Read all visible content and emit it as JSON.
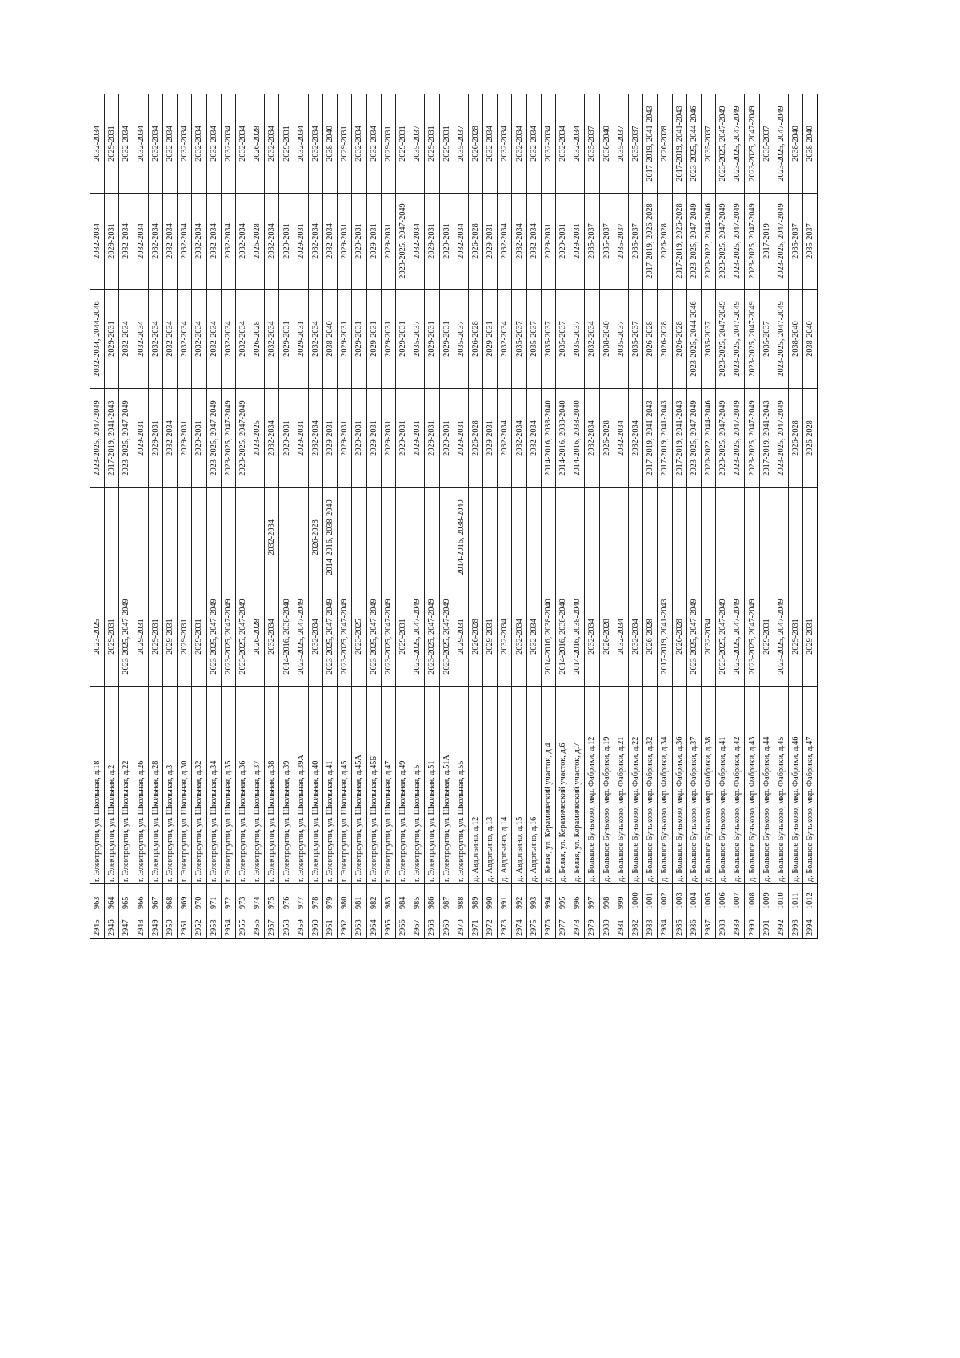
{
  "table": {
    "rows": [
      [
        "2945",
        "963",
        "г. Электроугли, ул. Школьная, д.18",
        "2023-2025",
        "",
        "2023-2025, 2047-2049",
        "2032-2034, 2044-2046",
        "2032-2034",
        "2032-2034"
      ],
      [
        "2946",
        "964",
        "г. Электроугли, ул. Школьная, д.2",
        "2029-2031",
        "",
        "2017-2019, 2041-2043",
        "2029-2031",
        "2029-2031",
        "2029-2031"
      ],
      [
        "2947",
        "965",
        "г. Электроугли, ул. Школьная, д.22",
        "2023-2025, 2047-2049",
        "",
        "2023-2025, 2047-2049",
        "2032-2034",
        "2032-2034",
        "2032-2034"
      ],
      [
        "2948",
        "966",
        "г. Электроугли, ул. Школьная, д.26",
        "2029-2031",
        "",
        "2029-2031",
        "2032-2034",
        "2032-2034",
        "2032-2034"
      ],
      [
        "2949",
        "967",
        "г. Электроугли, ул. Школьная, д.28",
        "2029-2031",
        "",
        "2029-2031",
        "2032-2034",
        "2032-2034",
        "2032-2034"
      ],
      [
        "2950",
        "968",
        "г. Электроугли, ул. Школьная, д.3",
        "2029-2031",
        "",
        "2032-2034",
        "2032-2034",
        "2032-2034",
        "2032-2034"
      ],
      [
        "2951",
        "969",
        "г. Электроугли, ул. Школьная, д.30",
        "2029-2031",
        "",
        "2029-2031",
        "2032-2034",
        "2032-2034",
        "2032-2034"
      ],
      [
        "2952",
        "970",
        "г. Электроугли, ул. Школьная, д.32",
        "2029-2031",
        "",
        "2029-2031",
        "2032-2034",
        "2032-2034",
        "2032-2034"
      ],
      [
        "2953",
        "971",
        "г. Электроугли, ул. Школьная, д.34",
        "2023-2025, 2047-2049",
        "",
        "2023-2025, 2047-2049",
        "2032-2034",
        "2032-2034",
        "2032-2034"
      ],
      [
        "2954",
        "972",
        "г. Электроугли, ул. Школьная, д.35",
        "2023-2025, 2047-2049",
        "",
        "2023-2025, 2047-2049",
        "2032-2034",
        "2032-2034",
        "2032-2034"
      ],
      [
        "2955",
        "973",
        "г. Электроугли, ул. Школьная, д.36",
        "2023-2025, 2047-2049",
        "",
        "2023-2025, 2047-2049",
        "2032-2034",
        "2032-2034",
        "2032-2034"
      ],
      [
        "2956",
        "974",
        "г. Электроугли, ул. Школьная, д.37",
        "2026-2028",
        "",
        "2023-2025",
        "2026-2028",
        "2026-2028",
        "2026-2028"
      ],
      [
        "2957",
        "975",
        "г. Электроугли, ул. Школьная, д.38",
        "2032-2034",
        "2032-2034",
        "2032-2034",
        "2032-2034",
        "2032-2034",
        "2032-2034"
      ],
      [
        "2958",
        "976",
        "г. Электроугли, ул. Школьная, д.39",
        "2014-2016, 2038-2040",
        "",
        "2029-2031",
        "2029-2031",
        "2029-2031",
        "2029-2031"
      ],
      [
        "2959",
        "977",
        "г. Электроугли, ул. Школьная, д.39А",
        "2023-2025, 2047-2049",
        "",
        "2029-2031",
        "2029-2031",
        "2029-2031",
        "2032-2034"
      ],
      [
        "2960",
        "978",
        "г. Электроугли, ул. Школьная, д.40",
        "2032-2034",
        "2026-2028",
        "2032-2034",
        "2032-2034",
        "2032-2034",
        "2032-2034"
      ],
      [
        "2961",
        "979",
        "г. Электроугли, ул. Школьная, д.41",
        "2023-2025, 2047-2049",
        "2014-2016, 2038-2040",
        "2029-2031",
        "2038-2040",
        "2032-2034",
        "2038-2040"
      ],
      [
        "2962",
        "980",
        "г. Электроугли, ул. Школьная, д.45",
        "2023-2025, 2047-2049",
        "",
        "2029-2031",
        "2029-2031",
        "2029-2031",
        "2029-2031"
      ],
      [
        "2963",
        "981",
        "г. Электроугли, ул. Школьная, д.45А",
        "2023-2025",
        "",
        "2029-2031",
        "2029-2031",
        "2029-2031",
        "2032-2034"
      ],
      [
        "2964",
        "982",
        "г. Электроугли, ул. Школьная, д.45Б",
        "2023-2025, 2047-2049",
        "",
        "2029-2031",
        "2029-2031",
        "2029-2031",
        "2032-2034"
      ],
      [
        "2965",
        "983",
        "г. Электроугли, ул. Школьная, д.47",
        "2023-2025, 2047-2049",
        "",
        "2029-2031",
        "2029-2031",
        "2029-2031",
        "2029-2031"
      ],
      [
        "2966",
        "984",
        "г. Электроугли, ул. Школьная, д.49",
        "2029-2031",
        "",
        "2029-2031",
        "2029-2031",
        "2023-2025, 2047-2049",
        "2029-2031"
      ],
      [
        "2967",
        "985",
        "г. Электроугли, ул. Школьная, д.5",
        "2023-2025, 2047-2049",
        "",
        "2029-2031",
        "2035-2037",
        "2032-2034",
        "2035-2037"
      ],
      [
        "2968",
        "986",
        "г. Электроугли, ул. Школьная, д.51",
        "2023-2025, 2047-2049",
        "",
        "2029-2031",
        "2029-2031",
        "2029-2031",
        "2029-2031"
      ],
      [
        "2969",
        "987",
        "г. Электроугли, ул. Школьная, д.51А",
        "2023-2025, 2047-2049",
        "",
        "2029-2031",
        "2029-2031",
        "2029-2031",
        "2029-2031"
      ],
      [
        "2970",
        "988",
        "г. Электроугли, ул. Школьная, д.55",
        "2029-2031",
        "2014-2016, 2038-2040",
        "2029-2031",
        "2035-2037",
        "2032-2034",
        "2035-2037"
      ],
      [
        "2971",
        "989",
        "д. Авдотьино, д.12",
        "2026-2028",
        "",
        "2026-2028",
        "2026-2028",
        "2026-2028",
        "2026-2028"
      ],
      [
        "2972",
        "990",
        "д. Авдотьино, д.13",
        "2029-2031",
        "",
        "2029-2031",
        "2029-2031",
        "2029-2031",
        "2032-2034"
      ],
      [
        "2973",
        "991",
        "д. Авдотьино, д.14",
        "2032-2034",
        "",
        "2032-2034",
        "2032-2034",
        "2032-2034",
        "2032-2034"
      ],
      [
        "2974",
        "992",
        "д. Авдотьино, д.15",
        "2032-2034",
        "",
        "2032-2034",
        "2035-2037",
        "2032-2034",
        "2032-2034"
      ],
      [
        "2975",
        "993",
        "д. Авдотьино, д.16",
        "2032-2034",
        "",
        "2032-2034",
        "2035-2037",
        "2032-2034",
        "2032-2034"
      ],
      [
        "2976",
        "994",
        "д. Белая, ул. Керамический участок, д.4",
        "2014-2016, 2038-2040",
        "",
        "2014-2016, 2038-2040",
        "2035-2037",
        "2029-2031",
        "2032-2034"
      ],
      [
        "2977",
        "995",
        "д. Белая, ул. Керамический участок, д.6",
        "2014-2016, 2038-2040",
        "",
        "2014-2016, 2038-2040",
        "2035-2037",
        "2029-2031",
        "2032-2034"
      ],
      [
        "2978",
        "996",
        "д. Белая, ул. Керамический участок, д.7",
        "2014-2016, 2038-2040",
        "",
        "2014-2016, 2038-2040",
        "2035-2037",
        "2029-2031",
        "2032-2034"
      ],
      [
        "2979",
        "997",
        "д. Большое Буньково, мкр. Фабрики, д.12",
        "2032-2034",
        "",
        "2032-2034",
        "2032-2034",
        "2035-2037",
        "2035-2037"
      ],
      [
        "2980",
        "998",
        "д. Большое Буньково, мкр. Фабрики, д.19",
        "2026-2028",
        "",
        "2026-2028",
        "2038-2040",
        "2035-2037",
        "2038-2040"
      ],
      [
        "2981",
        "999",
        "д. Большое Буньково, мкр. Фабрики, д.21",
        "2032-2034",
        "",
        "2032-2034",
        "2035-2037",
        "2035-2037",
        "2035-2037"
      ],
      [
        "2982",
        "1000",
        "д. Большое Буньково, мкр. Фабрики, д.22",
        "2032-2034",
        "",
        "2032-2034",
        "2035-2037",
        "2035-2037",
        "2035-2037"
      ],
      [
        "2983",
        "1001",
        "д. Большое Буньково, мкр. Фабрики, д.32",
        "2026-2028",
        "",
        "2017-2019, 2041-2043",
        "2026-2028",
        "2017-2019, 2026-2028",
        "2017-2019, 2041-2043"
      ],
      [
        "2984",
        "1002",
        "д. Большое Буньково, мкр. Фабрики, д.34",
        "2017-2019, 2041-2043",
        "",
        "2017-2019, 2041-2043",
        "2026-2028",
        "2026-2028",
        "2026-2028"
      ],
      [
        "2985",
        "1003",
        "д. Большое Буньково, мкр. Фабрики, д.36",
        "2026-2028",
        "",
        "2017-2019, 2041-2043",
        "2026-2028",
        "2017-2019, 2026-2028",
        "2017-2019, 2041-2043"
      ],
      [
        "2986",
        "1004",
        "д. Большое Буньково, мкр. Фабрики, д.37",
        "2023-2025, 2047-2049",
        "",
        "2023-2025, 2047-2049",
        "2023-2025, 2044-2046",
        "2023-2025, 2047-2049",
        "2023-2025, 2044-2046"
      ],
      [
        "2987",
        "1005",
        "д. Большое Буньково, мкр. Фабрики, д.38",
        "2032-2034",
        "",
        "2020-2022, 2044-2046",
        "2035-2037",
        "2020-2022, 2044-2046",
        "2035-2037"
      ],
      [
        "2988",
        "1006",
        "д. Большое Буньково, мкр. Фабрики, д.41",
        "2023-2025, 2047-2049",
        "",
        "2023-2025, 2047-2049",
        "2023-2025, 2047-2049",
        "2023-2025, 2047-2049",
        "2023-2025, 2047-2049"
      ],
      [
        "2989",
        "1007",
        "д. Большое Буньково, мкр. Фабрики, д.42",
        "2023-2025, 2047-2049",
        "",
        "2023-2025, 2047-2049",
        "2023-2025, 2047-2049",
        "2023-2025, 2047-2049",
        "2023-2025, 2047-2049"
      ],
      [
        "2990",
        "1008",
        "д. Большое Буньково, мкр. Фабрики, д.43",
        "2023-2025, 2047-2049",
        "",
        "2023-2025, 2047-2049",
        "2023-2025, 2047-2049",
        "2023-2025, 2047-2049",
        "2023-2025, 2047-2049"
      ],
      [
        "2991",
        "1009",
        "д. Большое Буньково, мкр. Фабрики, д.44",
        "2029-2031",
        "",
        "2017-2019, 2041-2043",
        "2035-2037",
        "2017-2019",
        "2035-2037"
      ],
      [
        "2992",
        "1010",
        "д. Большое Буньково, мкр. Фабрики, д.45",
        "2023-2025, 2047-2049",
        "",
        "2023-2025, 2047-2049",
        "2023-2025, 2047-2049",
        "2023-2025, 2047-2049",
        "2023-2025, 2047-2049"
      ],
      [
        "2993",
        "1011",
        "д. Большое Буньково, мкр. Фабрики, д.46",
        "2029-2031",
        "",
        "2026-2028",
        "2038-2040",
        "2035-2037",
        "2038-2040"
      ],
      [
        "2994",
        "1012",
        "д. Большое Буньково, мкр. Фабрики, д.47",
        "2029-2031",
        "",
        "2026-2028",
        "2038-2040",
        "2035-2037",
        "2038-2040"
      ]
    ]
  }
}
